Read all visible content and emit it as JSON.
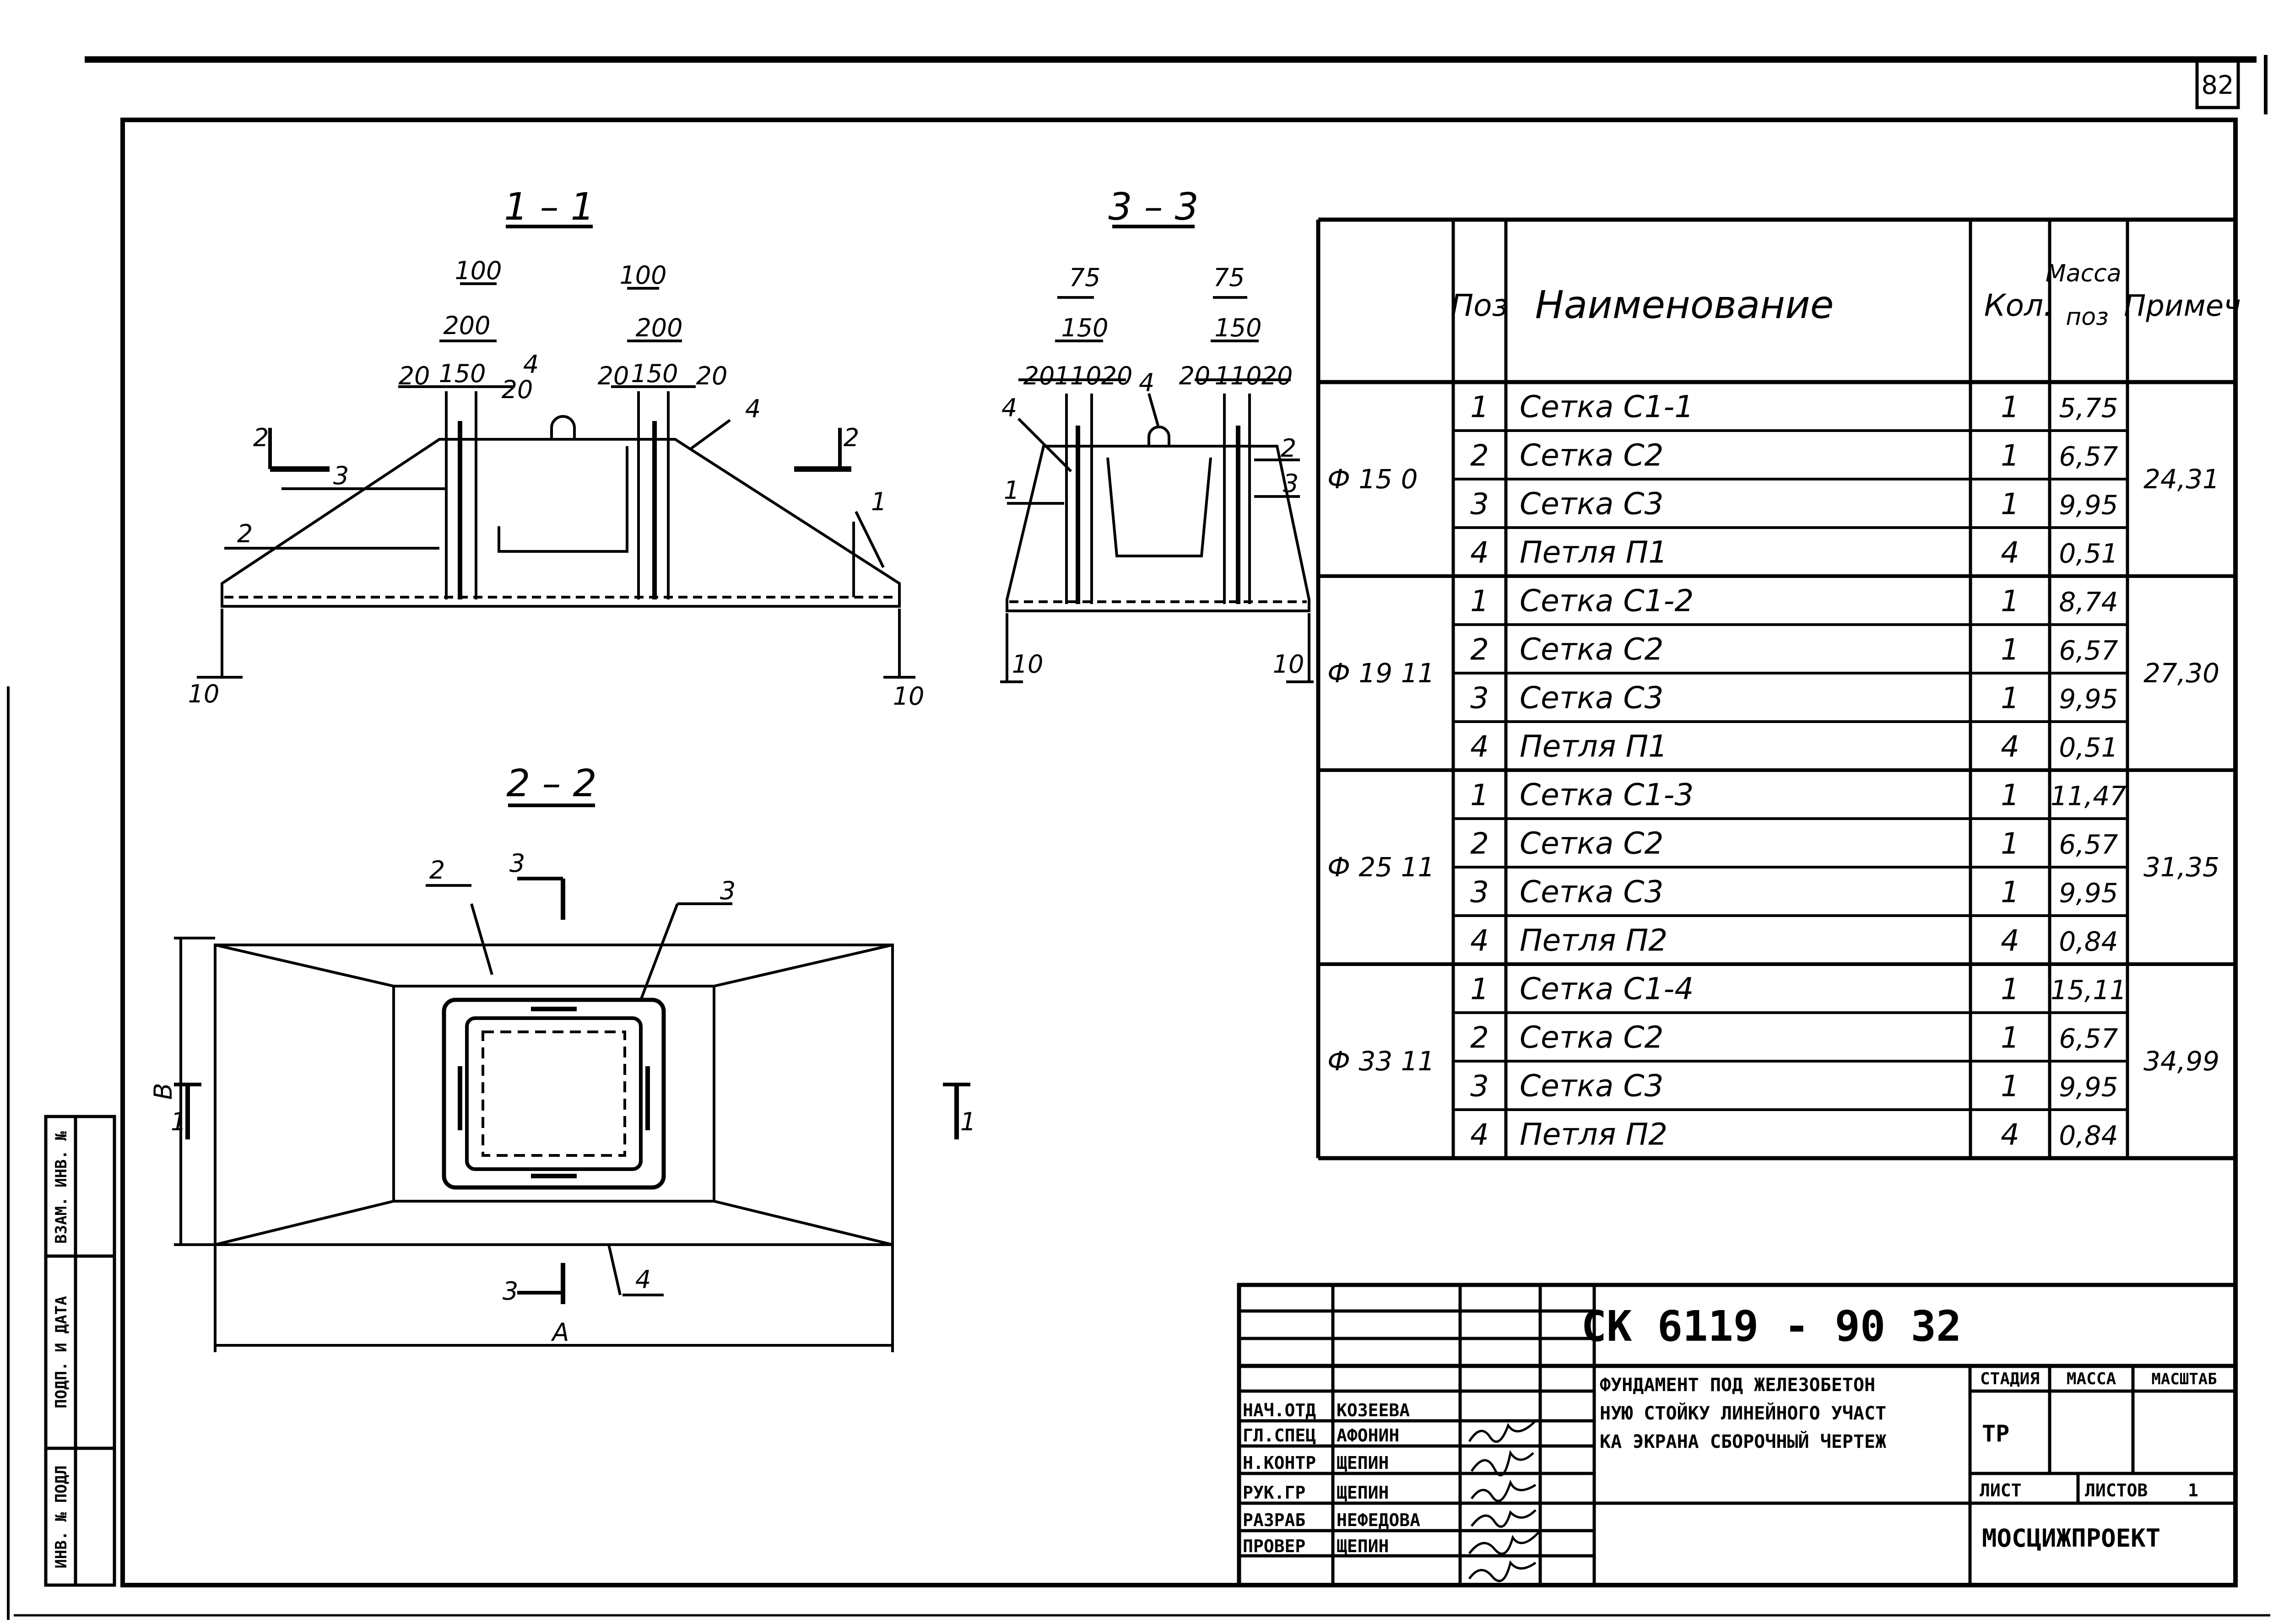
{
  "sheet_number": "82",
  "sections": {
    "s11": "1 – 1",
    "s33": "3 – 3",
    "s22": "2 – 2"
  },
  "dims_11": {
    "d100a": "100",
    "d200a": "200",
    "d20a": "20",
    "d150a": "150",
    "d4": "4",
    "d20b": "20",
    "d100b": "100",
    "d200b": "200",
    "d20c": "20",
    "d150b": "150",
    "d20d": "20",
    "d10l": "10",
    "d10r": "10",
    "c2l": "2",
    "c2r": "2",
    "c3": "3",
    "c2": "2",
    "c4": "4",
    "c1": "1"
  },
  "dims_33": {
    "d75a": "75",
    "d150a": "150",
    "d110a": "110",
    "d20a": "20",
    "d20b": "20",
    "d75b": "75",
    "d150b": "150",
    "d110b": "110",
    "d20c": "20",
    "d20d": "20",
    "d10l": "10",
    "d10r": "10",
    "c4a": "4",
    "c4b": "4",
    "c1": "1",
    "c2": "2",
    "c3": "3"
  },
  "dims_22": {
    "c2": "2",
    "c3top": "3",
    "c3": "3",
    "c3bot": "3",
    "c4": "4",
    "c1l": "1",
    "c1r": "1",
    "B": "B",
    "A": "A"
  },
  "spec_table": {
    "headers": {
      "pos": "Поз",
      "name": "Наименование",
      "qty": "Кол.",
      "mass": "Масса поз",
      "note": "Примеч"
    },
    "groups": [
      {
        "mark": "Ф 15 0",
        "total": "24,31",
        "rows": [
          {
            "pos": "1",
            "name": "Сетка   С1-1",
            "qty": "1",
            "mass": "5,75"
          },
          {
            "pos": "2",
            "name": "Сетка   С2",
            "qty": "1",
            "mass": "6,57"
          },
          {
            "pos": "3",
            "name": "Сетка   С3",
            "qty": "1",
            "mass": "9,95"
          },
          {
            "pos": "4",
            "name": "Петля   П1",
            "qty": "4",
            "mass": "0,51"
          }
        ]
      },
      {
        "mark": "Ф 19 11",
        "total": "27,30",
        "rows": [
          {
            "pos": "1",
            "name": "Сетка   С1-2",
            "qty": "1",
            "mass": "8,74"
          },
          {
            "pos": "2",
            "name": "Сетка   С2",
            "qty": "1",
            "mass": "6,57"
          },
          {
            "pos": "3",
            "name": "Сетка   С3",
            "qty": "1",
            "mass": "9,95"
          },
          {
            "pos": "4",
            "name": "Петля   П1",
            "qty": "4",
            "mass": "0,51"
          }
        ]
      },
      {
        "mark": "Ф 25 11",
        "total": "31,35",
        "rows": [
          {
            "pos": "1",
            "name": "Сетка   С1-3",
            "qty": "1",
            "mass": "11,47"
          },
          {
            "pos": "2",
            "name": "Сетка   С2",
            "qty": "1",
            "mass": "6,57"
          },
          {
            "pos": "3",
            "name": "Сетка   С3",
            "qty": "1",
            "mass": "9,95"
          },
          {
            "pos": "4",
            "name": "Петля   П2",
            "qty": "4",
            "mass": "0,84"
          }
        ]
      },
      {
        "mark": "Ф 33 11",
        "total": "34,99",
        "rows": [
          {
            "pos": "1",
            "name": "Сетка   С1-4",
            "qty": "1",
            "mass": "15,11"
          },
          {
            "pos": "2",
            "name": "Сетка   С2",
            "qty": "1",
            "mass": "6,57"
          },
          {
            "pos": "3",
            "name": "Сетка   С3",
            "qty": "1",
            "mass": "9,95"
          },
          {
            "pos": "4",
            "name": "Петля   П2",
            "qty": "4",
            "mass": "0,84"
          }
        ]
      }
    ]
  },
  "title_block": {
    "designation": "СК  6119 - 90  32",
    "title_lines": [
      "ФУНДАМЕНТ ПОД ЖЕЛЕЗОБЕТОН",
      "НУЮ СТОЙКУ ЛИНЕЙНОГО УЧАСТ",
      "КА ЭКРАНА СБОРОЧНЫЙ ЧЕРТЕЖ"
    ],
    "stage_label": "СТАДИЯ",
    "mass_label": "МАССА",
    "scale_label": "МАСШТАБ",
    "stage": "ТР",
    "sheet_label": "ЛИСТ",
    "sheets_label": "ЛИСТОВ",
    "sheets_value": "1",
    "organization": "МОСЦИЖПРОЕКТ",
    "roles": [
      {
        "role": "НАЧ.ОТД",
        "name": "КОЗЕЕВА"
      },
      {
        "role": "ГЛ.СПЕЦ",
        "name": "АФОНИН"
      },
      {
        "role": "Н.КОНТР",
        "name": "ЩЕПИН"
      },
      {
        "role": "РУК.ГР",
        "name": "ЩЕПИН"
      },
      {
        "role": "РАЗРАБ",
        "name": "НЕФЕДОВА"
      },
      {
        "role": "ПРОВЕР",
        "name": "ЩЕПИН"
      }
    ]
  },
  "side_stamp": {
    "inv_label": "ИНВ. № ПОДЛ",
    "sign_label": "ПОДП. И ДАТА",
    "replace_label": "ВЗАМ. ИНВ. №"
  }
}
